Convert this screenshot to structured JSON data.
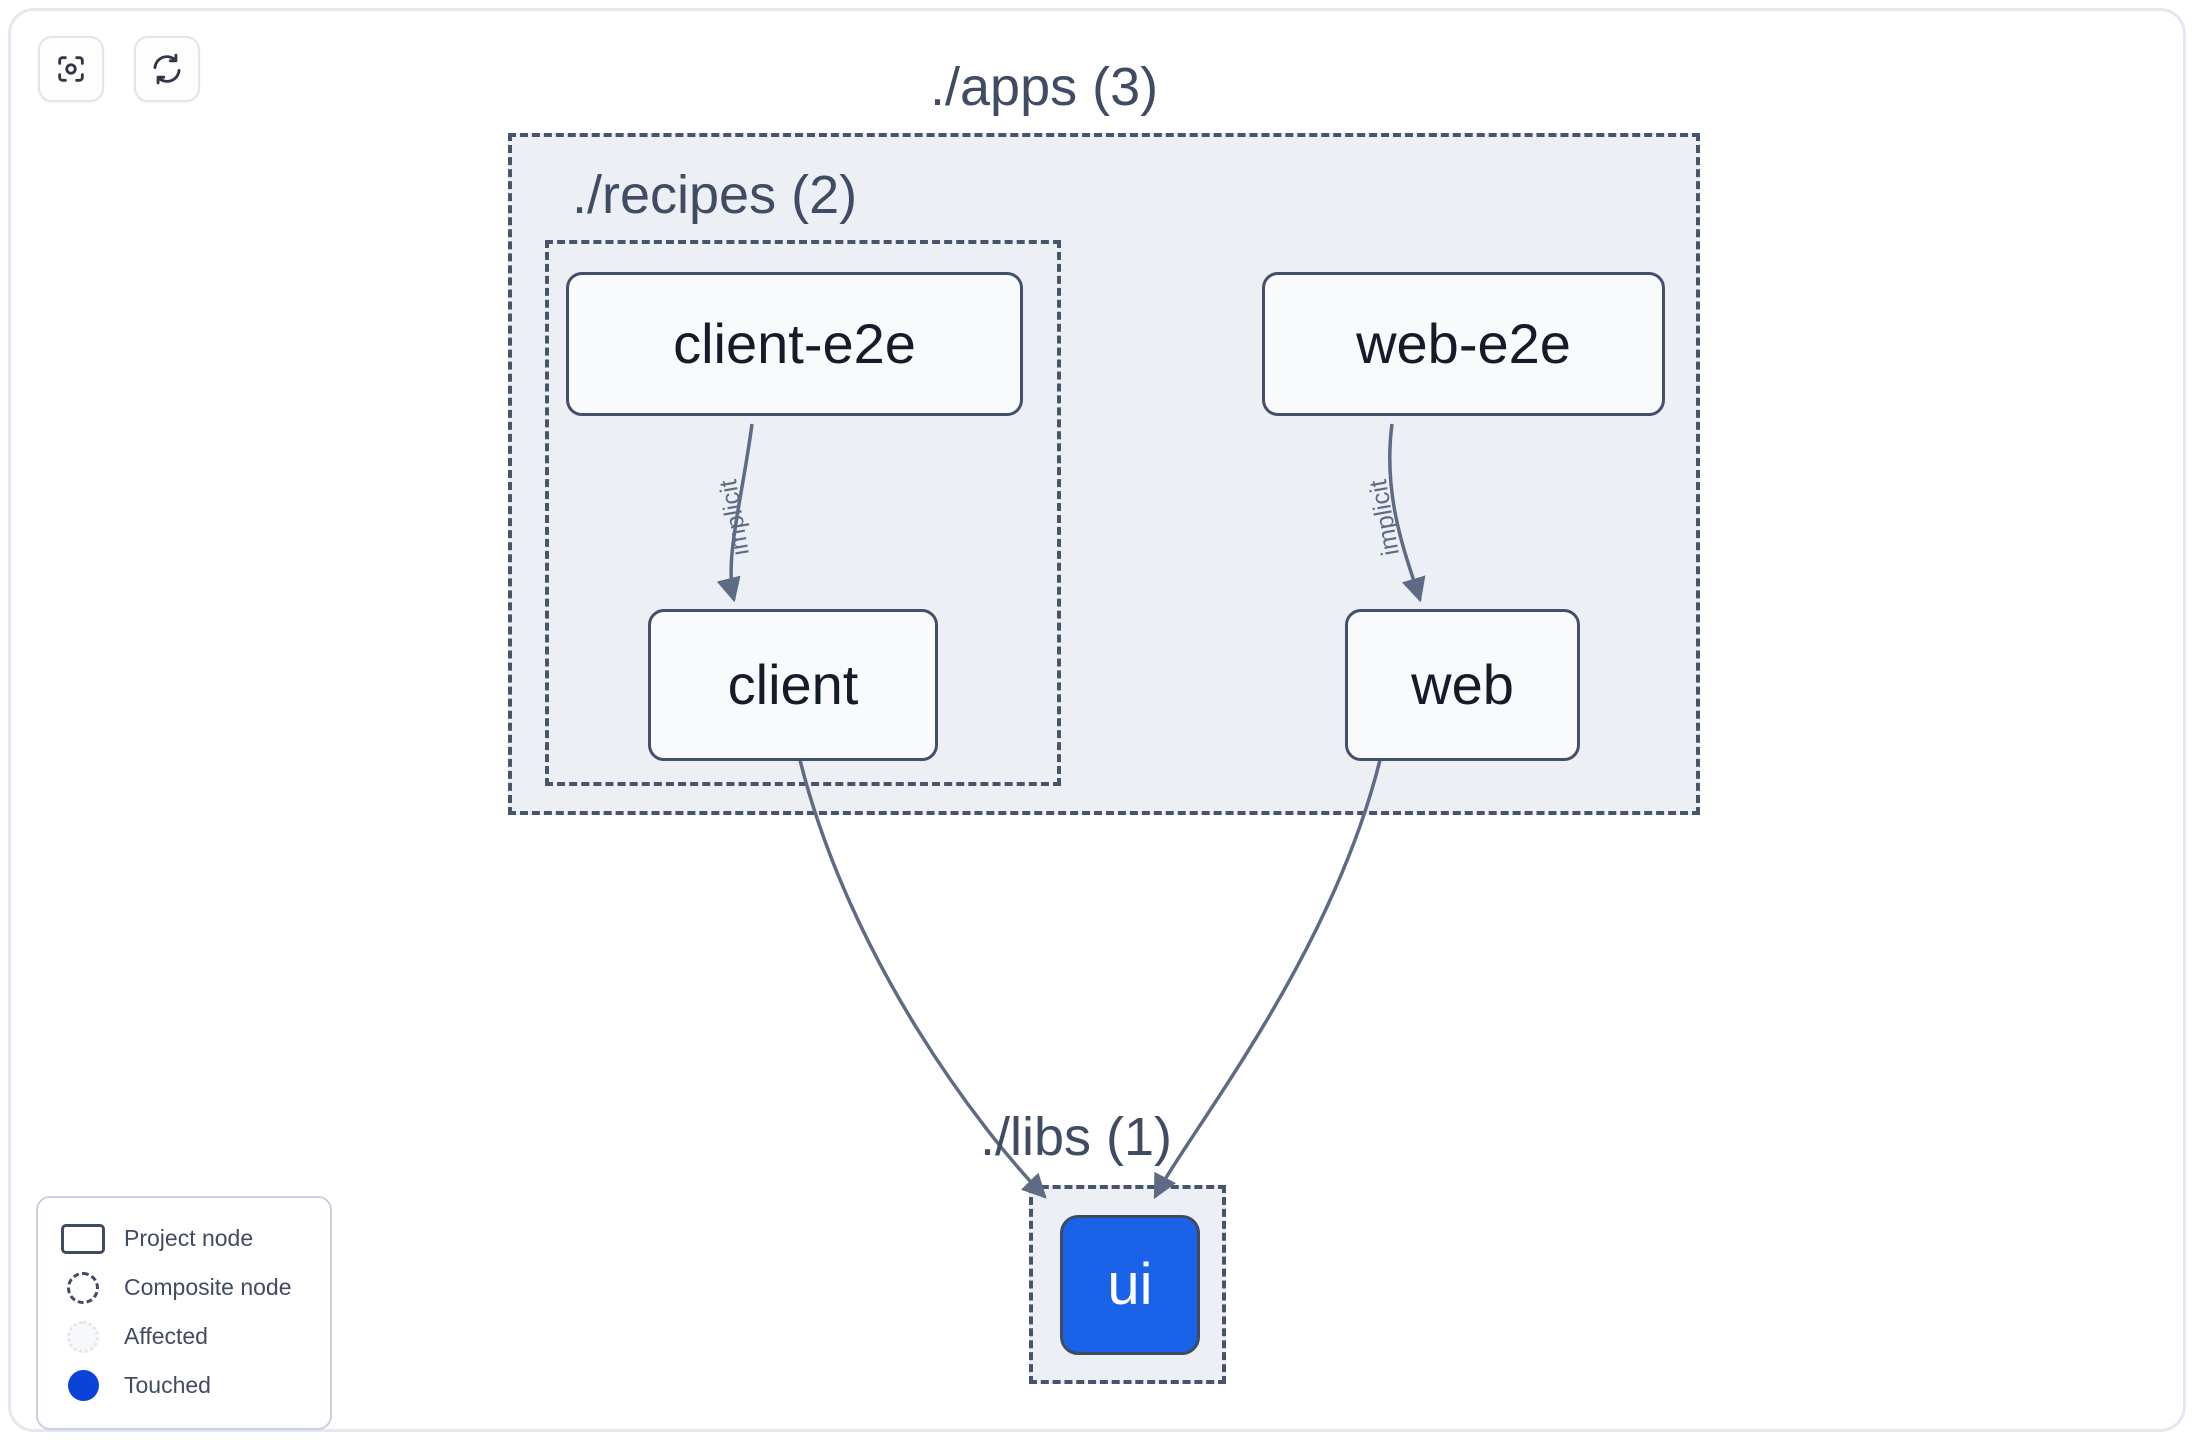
{
  "toolbar": {
    "buttons": [
      {
        "name": "focus-graph-button",
        "icon": "focus-target-icon"
      },
      {
        "name": "refresh-graph-button",
        "icon": "refresh-icon"
      }
    ]
  },
  "graph": {
    "groups": [
      {
        "id": "apps",
        "label": "./apps (3)",
        "count": 3
      },
      {
        "id": "recipes",
        "label": "./recipes (2)",
        "count": 2
      },
      {
        "id": "libs",
        "label": "./libs (1)",
        "count": 1
      }
    ],
    "nodes": [
      {
        "id": "client-e2e",
        "label": "client-e2e",
        "type": "project",
        "group": "recipes"
      },
      {
        "id": "client",
        "label": "client",
        "type": "project",
        "group": "recipes"
      },
      {
        "id": "web-e2e",
        "label": "web-e2e",
        "type": "project",
        "group": "apps"
      },
      {
        "id": "web",
        "label": "web",
        "type": "project",
        "group": "apps"
      },
      {
        "id": "ui",
        "label": "ui",
        "type": "touched",
        "group": "libs"
      }
    ],
    "edges": [
      {
        "from": "client-e2e",
        "to": "client",
        "label": "implicit"
      },
      {
        "from": "web-e2e",
        "to": "web",
        "label": "implicit"
      },
      {
        "from": "client",
        "to": "ui",
        "label": ""
      },
      {
        "from": "web",
        "to": "ui",
        "label": ""
      }
    ]
  },
  "legend": {
    "items": [
      {
        "id": "project",
        "label": "Project node"
      },
      {
        "id": "composite",
        "label": "Composite node"
      },
      {
        "id": "affected",
        "label": "Affected"
      },
      {
        "id": "touched",
        "label": "Touched"
      }
    ]
  },
  "colors": {
    "touched": "#1a62e8",
    "touched_legend": "#0b43d8",
    "node_border": "#44506a",
    "node_fill": "#f8fafc",
    "group_fill": "#eceff4",
    "group_border": "#47546b",
    "edge": "#5d6b84",
    "text": "#3f4c63"
  }
}
